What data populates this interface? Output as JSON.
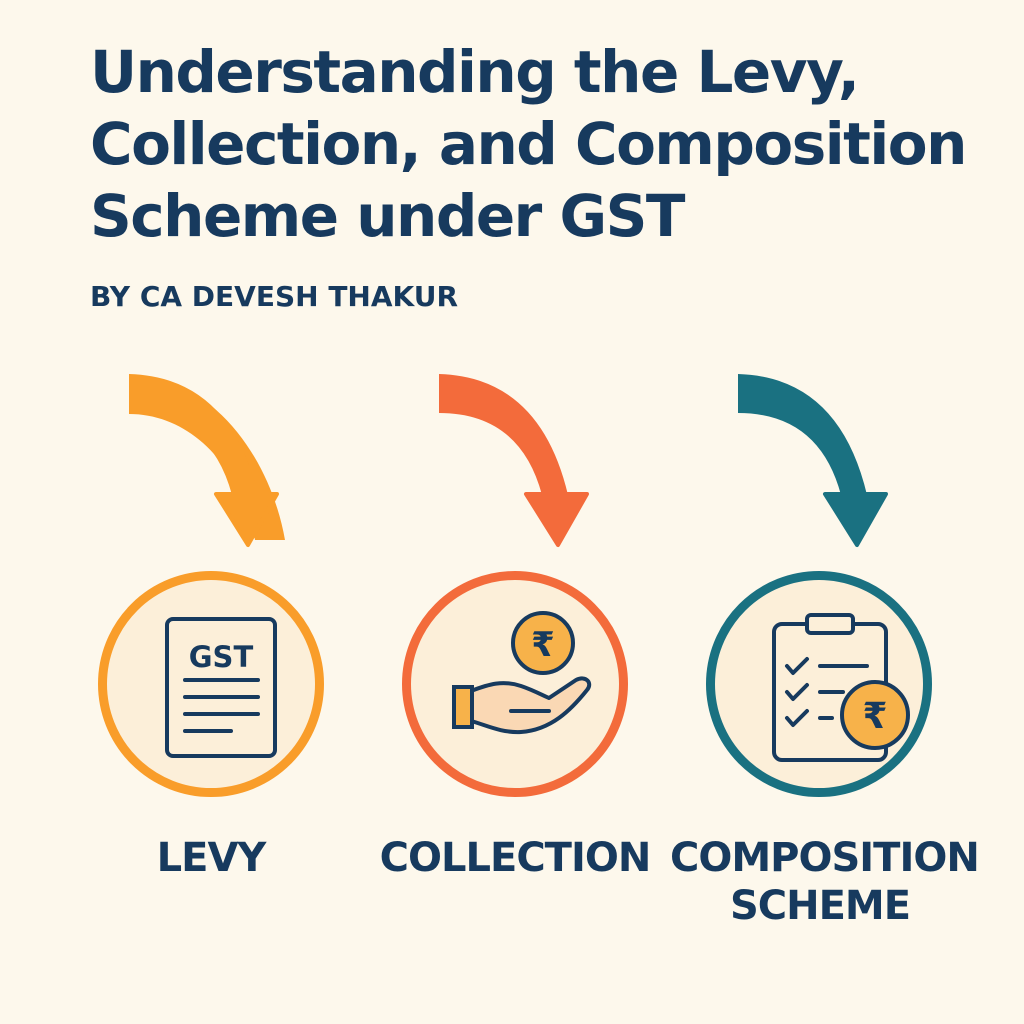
{
  "header": {
    "title_lines": [
      "Understanding the Levy,",
      "Collection, and Composition",
      "Scheme under GST"
    ],
    "byline": "BY CA DEVESH THAKUR"
  },
  "colors": {
    "background": "#fdf8ec",
    "text": "#173a5e",
    "levy": "#f99d2a",
    "collection": "#f36b3b",
    "composition": "#1a7181",
    "coin": "#f7b24a",
    "circle_fill": "#fcefd9"
  },
  "steps": [
    {
      "label_lines": [
        "LEVY"
      ],
      "icon": "gst-document-icon",
      "icon_text": "GST",
      "color": "#f99d2a"
    },
    {
      "label_lines": [
        "COLLECTION"
      ],
      "icon": "hand-with-rupee-coin-icon",
      "icon_text": "₹",
      "color": "#f36b3b"
    },
    {
      "label_lines": [
        "COMPOSITION",
        "SCHEME"
      ],
      "icon": "clipboard-checklist-rupee-icon",
      "icon_text": "₹",
      "color": "#1a7181"
    }
  ]
}
